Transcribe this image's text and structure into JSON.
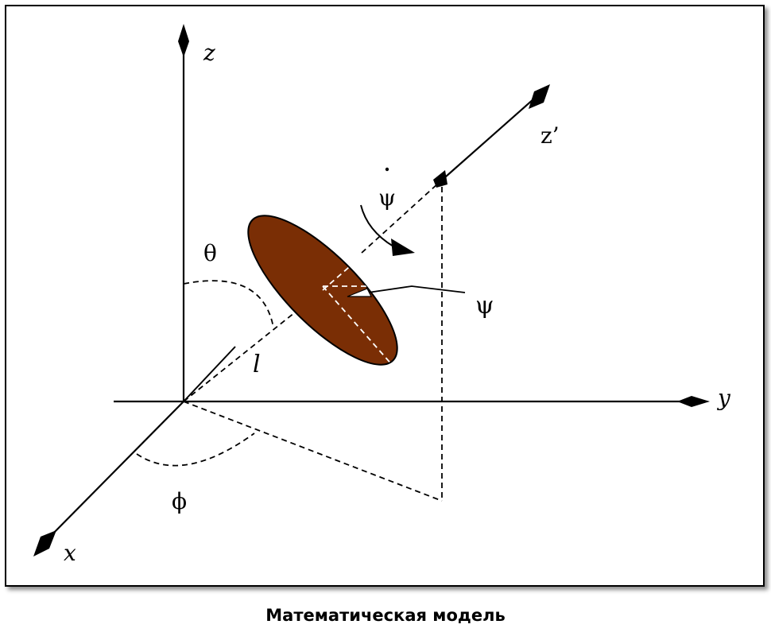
{
  "diagram": {
    "labels": {
      "z": "z",
      "z_prime": "z’",
      "y": "y",
      "x": "x",
      "theta": "θ",
      "phi": "ϕ",
      "l": "l",
      "psi": "ψ",
      "psi_dot": "ψ"
    },
    "colors": {
      "disk_fill": "#7a2e05",
      "stroke": "#000000"
    }
  },
  "caption": "Математическая модель"
}
